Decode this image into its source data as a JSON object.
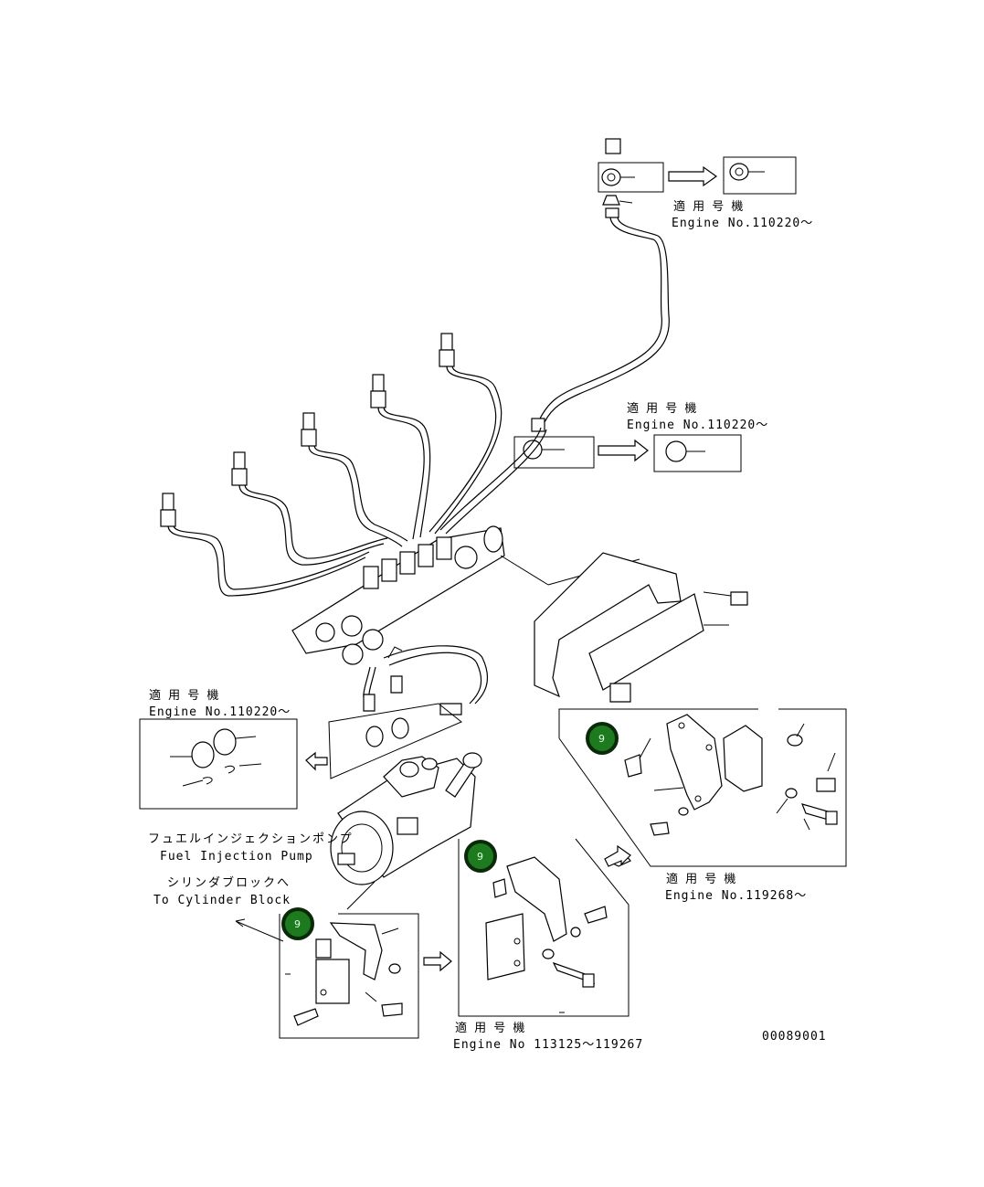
{
  "labels": {
    "applicable_jp": "適 用 号 機",
    "engine_110220": "Engine No.110220～",
    "engine_119268": "Engine No.119268～",
    "engine_113125": "Engine No 113125～119267",
    "pump_jp": "フュエルインジェクションポンプ",
    "pump_en": "Fuel Injection Pump",
    "block_jp": "シリンダブロックへ",
    "block_en": "To Cylinder Block",
    "drawing_no": "00089001"
  },
  "callouts": [
    {
      "label": "9"
    },
    {
      "label": "9"
    },
    {
      "label": "9"
    }
  ],
  "colors": {
    "callout_fill": "#1e7a1e",
    "line": "#000000"
  }
}
